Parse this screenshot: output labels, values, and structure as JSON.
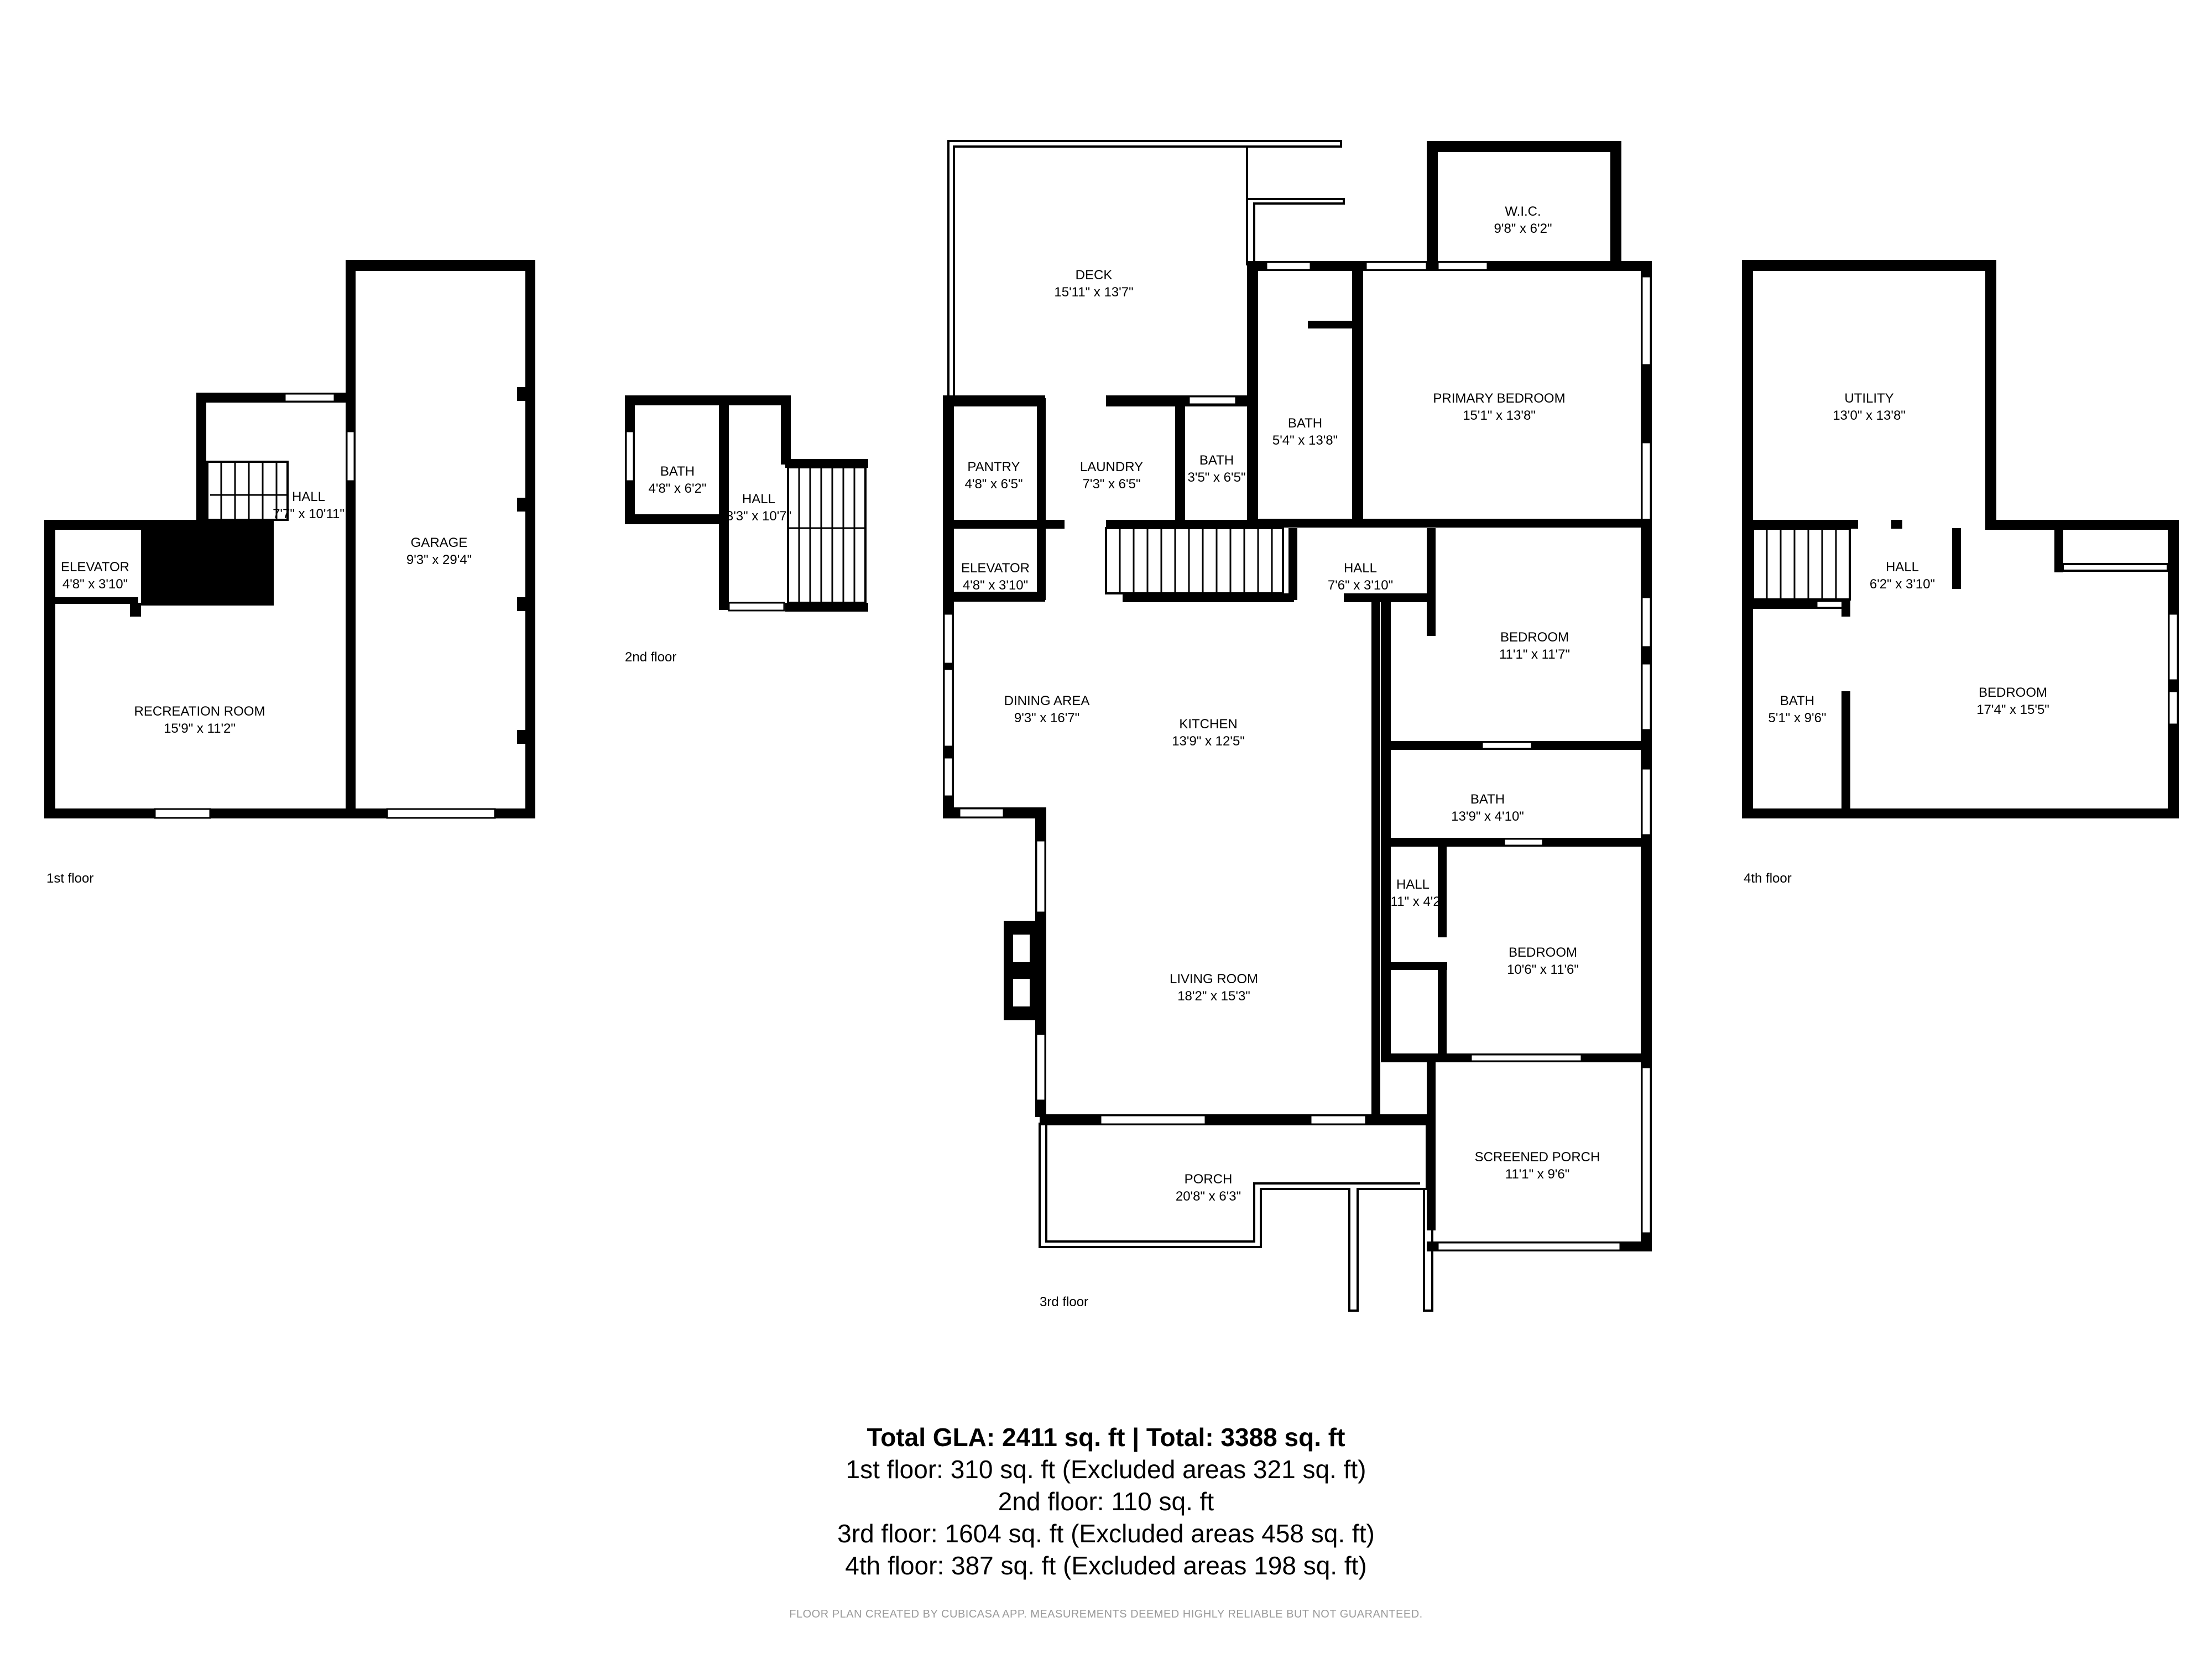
{
  "floors": [
    {
      "id": "floor1",
      "label": "1st floor"
    },
    {
      "id": "floor2",
      "label": "2nd floor"
    },
    {
      "id": "floor3",
      "label": "3rd floor"
    },
    {
      "id": "floor4",
      "label": "4th floor"
    }
  ],
  "rooms": {
    "f1_elevator": {
      "name": "ELEVATOR",
      "dim": "4'8\" x 3'10\""
    },
    "f1_hall": {
      "name": "HALL",
      "dim": "7'7\" x 10'11\""
    },
    "f1_garage": {
      "name": "GARAGE",
      "dim": "9'3\" x 29'4\""
    },
    "f1_recreation": {
      "name": "RECREATION ROOM",
      "dim": "15'9\" x 11'2\""
    },
    "f2_bath": {
      "name": "BATH",
      "dim": "4'8\" x 6'2\""
    },
    "f2_hall": {
      "name": "HALL",
      "dim": "3'3\" x 10'7\""
    },
    "f3_deck": {
      "name": "DECK",
      "dim": "15'11\" x 13'7\""
    },
    "f3_wic": {
      "name": "W.I.C.",
      "dim": "9'8\" x 6'2\""
    },
    "f3_pantry": {
      "name": "PANTRY",
      "dim": "4'8\" x 6'5\""
    },
    "f3_laundry": {
      "name": "LAUNDRY",
      "dim": "7'3\" x 6'5\""
    },
    "f3_bath_small": {
      "name": "BATH",
      "dim": "3'5\" x 6'5\""
    },
    "f3_bath_primary": {
      "name": "BATH",
      "dim": "5'4\" x 13'8\""
    },
    "f3_primary_bedroom": {
      "name": "PRIMARY BEDROOM",
      "dim": "15'1\" x 13'8\""
    },
    "f3_elevator": {
      "name": "ELEVATOR",
      "dim": "4'8\" x 3'10\""
    },
    "f3_hall_top": {
      "name": "HALL",
      "dim": "7'6\" x 3'10\""
    },
    "f3_bedroom1": {
      "name": "BEDROOM",
      "dim": "11'1\" x 11'7\""
    },
    "f3_dining": {
      "name": "DINING AREA",
      "dim": "9'3\" x 16'7\""
    },
    "f3_kitchen": {
      "name": "KITCHEN",
      "dim": "13'9\" x 12'5\""
    },
    "f3_bath_mid": {
      "name": "BATH",
      "dim": "13'9\" x 4'10\""
    },
    "f3_hall_small": {
      "name": "HALL",
      "dim": "2'11\" x 4'2\""
    },
    "f3_bedroom2": {
      "name": "BEDROOM",
      "dim": "10'6\" x 11'6\""
    },
    "f3_living": {
      "name": "LIVING ROOM",
      "dim": "18'2\" x 15'3\""
    },
    "f3_screened_porch": {
      "name": "SCREENED PORCH",
      "dim": "11'1\" x 9'6\""
    },
    "f3_porch": {
      "name": "PORCH",
      "dim": "20'8\" x 6'3\""
    },
    "f4_utility": {
      "name": "UTILITY",
      "dim": "13'0\" x 13'8\""
    },
    "f4_hall": {
      "name": "HALL",
      "dim": "6'2\" x 3'10\""
    },
    "f4_bath": {
      "name": "BATH",
      "dim": "5'1\" x 9'6\""
    },
    "f4_bedroom": {
      "name": "BEDROOM",
      "dim": "17'4\" x 15'5\""
    }
  },
  "summary": {
    "total": "Total GLA: 2411 sq. ft | Total: 3388 sq. ft",
    "floor1": "1st floor: 310 sq. ft (Excluded areas 321 sq. ft)",
    "floor2": "2nd floor: 110 sq. ft",
    "floor3": "3rd floor: 1604 sq. ft (Excluded areas 458 sq. ft)",
    "floor4": "4th floor: 387 sq. ft (Excluded areas 198 sq. ft)"
  },
  "disclaimer": "FLOOR PLAN CREATED BY CUBICASA APP. MEASUREMENTS DEEMED HIGHLY RELIABLE BUT NOT GUARANTEED."
}
